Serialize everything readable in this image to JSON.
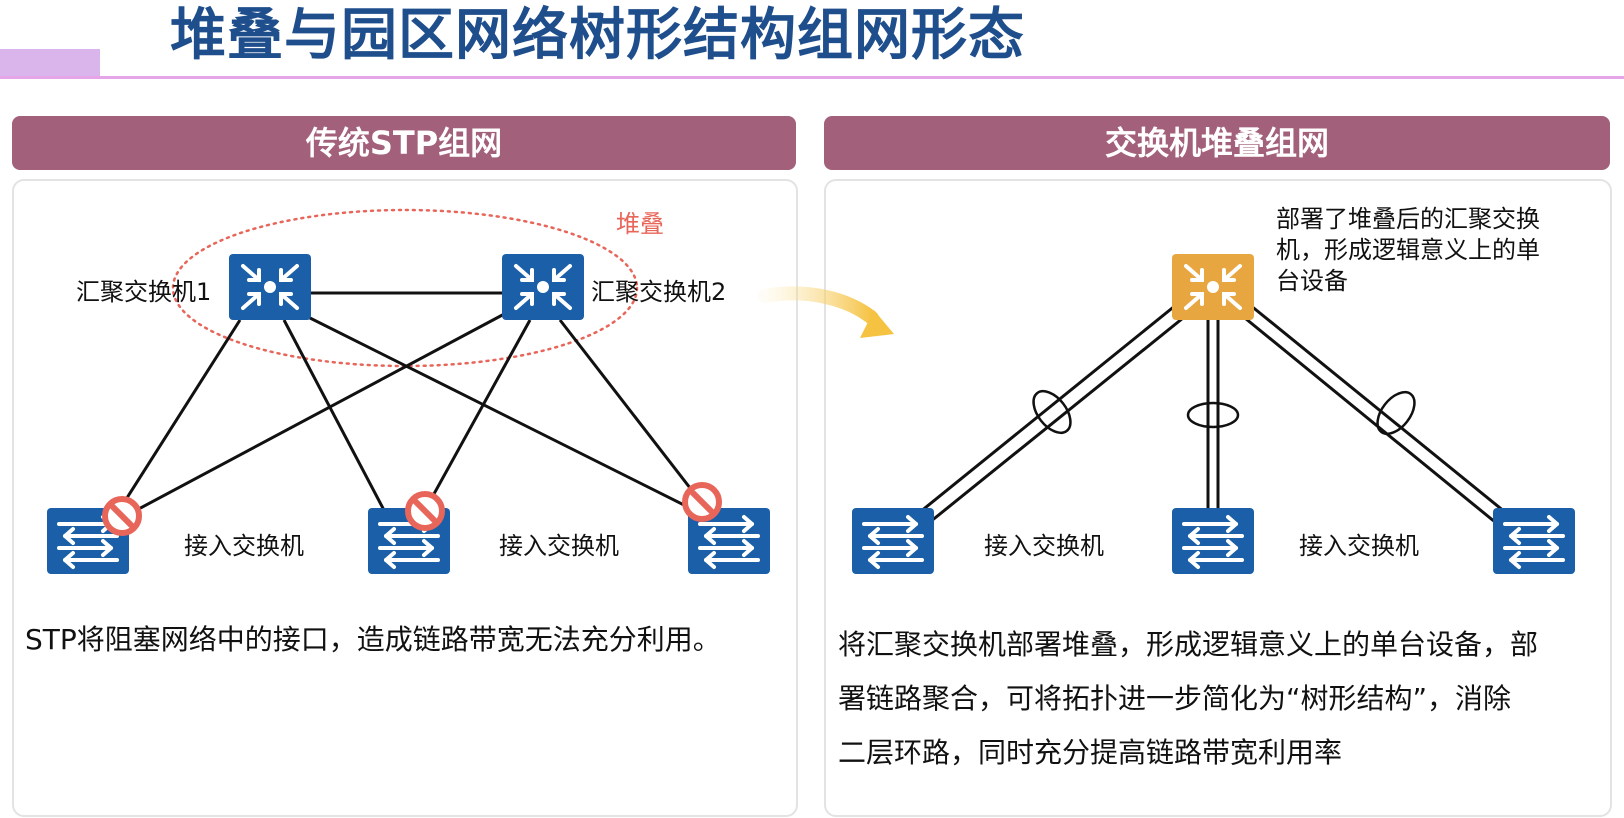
{
  "title": "堆叠与园区网络树形结构组网形态",
  "left_panel": {
    "header": "传统STP组网",
    "stack_label": "堆叠",
    "agg_switch_1": "汇聚交换机1",
    "agg_switch_2": "汇聚交换机2",
    "access_label_1": "接入交换机",
    "access_label_2": "接入交换机",
    "caption": "STP将阻塞网络中的接口，造成链路带宽无法充分利用。"
  },
  "right_panel": {
    "header": "交换机堆叠组网",
    "note": "部署了堆叠后的汇聚交换机，形成逻辑意义上的单台设备",
    "access_label_1": "接入交换机",
    "access_label_2": "接入交换机",
    "caption_lines": [
      "将汇聚交换机部署堆叠，形成逻辑意义上的单台设备，部",
      "署链路聚合，可将拓扑进一步简化为“树形结构”，消除",
      "二层环路，同时充分提高链路带宽利用率"
    ]
  },
  "colors": {
    "title": "#1f4e8c",
    "header_bg": "#a3607a",
    "switch_blue": "#1a5fa8",
    "stacked_switch": "#e8a640",
    "blocked_icon": "#e8655a",
    "stack_ellipse": "#e8655a",
    "arrow": "#f5c242",
    "accent": "#d9b5ec"
  },
  "icons": {
    "aggregation_switch": "core-switch-arrows-icon",
    "access_switch": "layer2-switch-arrows-icon",
    "blocked_port": "no-entry-icon",
    "transition_arrow": "curved-arrow-icon",
    "link_aggregation": "lag-ellipse-icon"
  }
}
